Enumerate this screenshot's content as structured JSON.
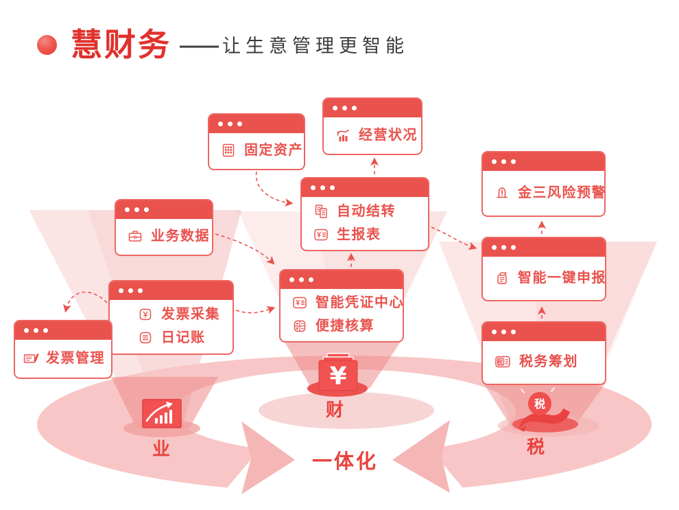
{
  "header": {
    "title": "慧财务",
    "dash": "——",
    "subtitle": "让生意管理更智能"
  },
  "cards": [
    {
      "id": "fixed-assets",
      "items": [
        {
          "icon": "grid-icon",
          "label": "固定资产"
        }
      ]
    },
    {
      "id": "business-status",
      "items": [
        {
          "icon": "trend-chart-icon",
          "label": "经营状况"
        }
      ]
    },
    {
      "id": "golden-tax-risk",
      "items": [
        {
          "icon": "alert-icon",
          "label": "金三风险预警"
        }
      ]
    },
    {
      "id": "business-data",
      "items": [
        {
          "icon": "briefcase-icon",
          "label": "业务数据"
        }
      ]
    },
    {
      "id": "auto-carryover",
      "items": [
        {
          "icon": "docs-icon",
          "label": "自动结转"
        },
        {
          "icon": "yen-report-icon",
          "label": "生报表"
        }
      ]
    },
    {
      "id": "one-click-filing",
      "items": [
        {
          "icon": "printer-doc-icon",
          "label": "智能一键申报"
        }
      ]
    },
    {
      "id": "invoice-collection",
      "items": [
        {
          "icon": "yen-badge-icon",
          "label": "发票采集"
        },
        {
          "icon": "journal-icon",
          "label": "日记账"
        }
      ]
    },
    {
      "id": "voucher-center",
      "items": [
        {
          "icon": "yen-doc-icon",
          "label": "智能凭证中心"
        },
        {
          "icon": "calculator-icon",
          "label": "便捷核算"
        }
      ]
    },
    {
      "id": "invoice-management",
      "items": [
        {
          "icon": "invoice-pen-icon",
          "label": "发票管理"
        }
      ]
    },
    {
      "id": "tax-planning",
      "items": [
        {
          "icon": "tax-box-icon",
          "label": "税务筹划",
          "char": "税"
        }
      ]
    }
  ],
  "bottom": {
    "business_label": "业",
    "finance_label": "财",
    "tax_label": "税",
    "integration_label": "一体化",
    "yen_symbol": "¥",
    "tax_coin_char": "税"
  },
  "colors": {
    "accent_red": "#e9524d",
    "deep_red": "#e0312d",
    "subtitle_gray": "#3a3a3a",
    "ring_pink": "#f8c6c6",
    "beam_pink": "#f3a7a7",
    "icon_red": "#f15150"
  }
}
